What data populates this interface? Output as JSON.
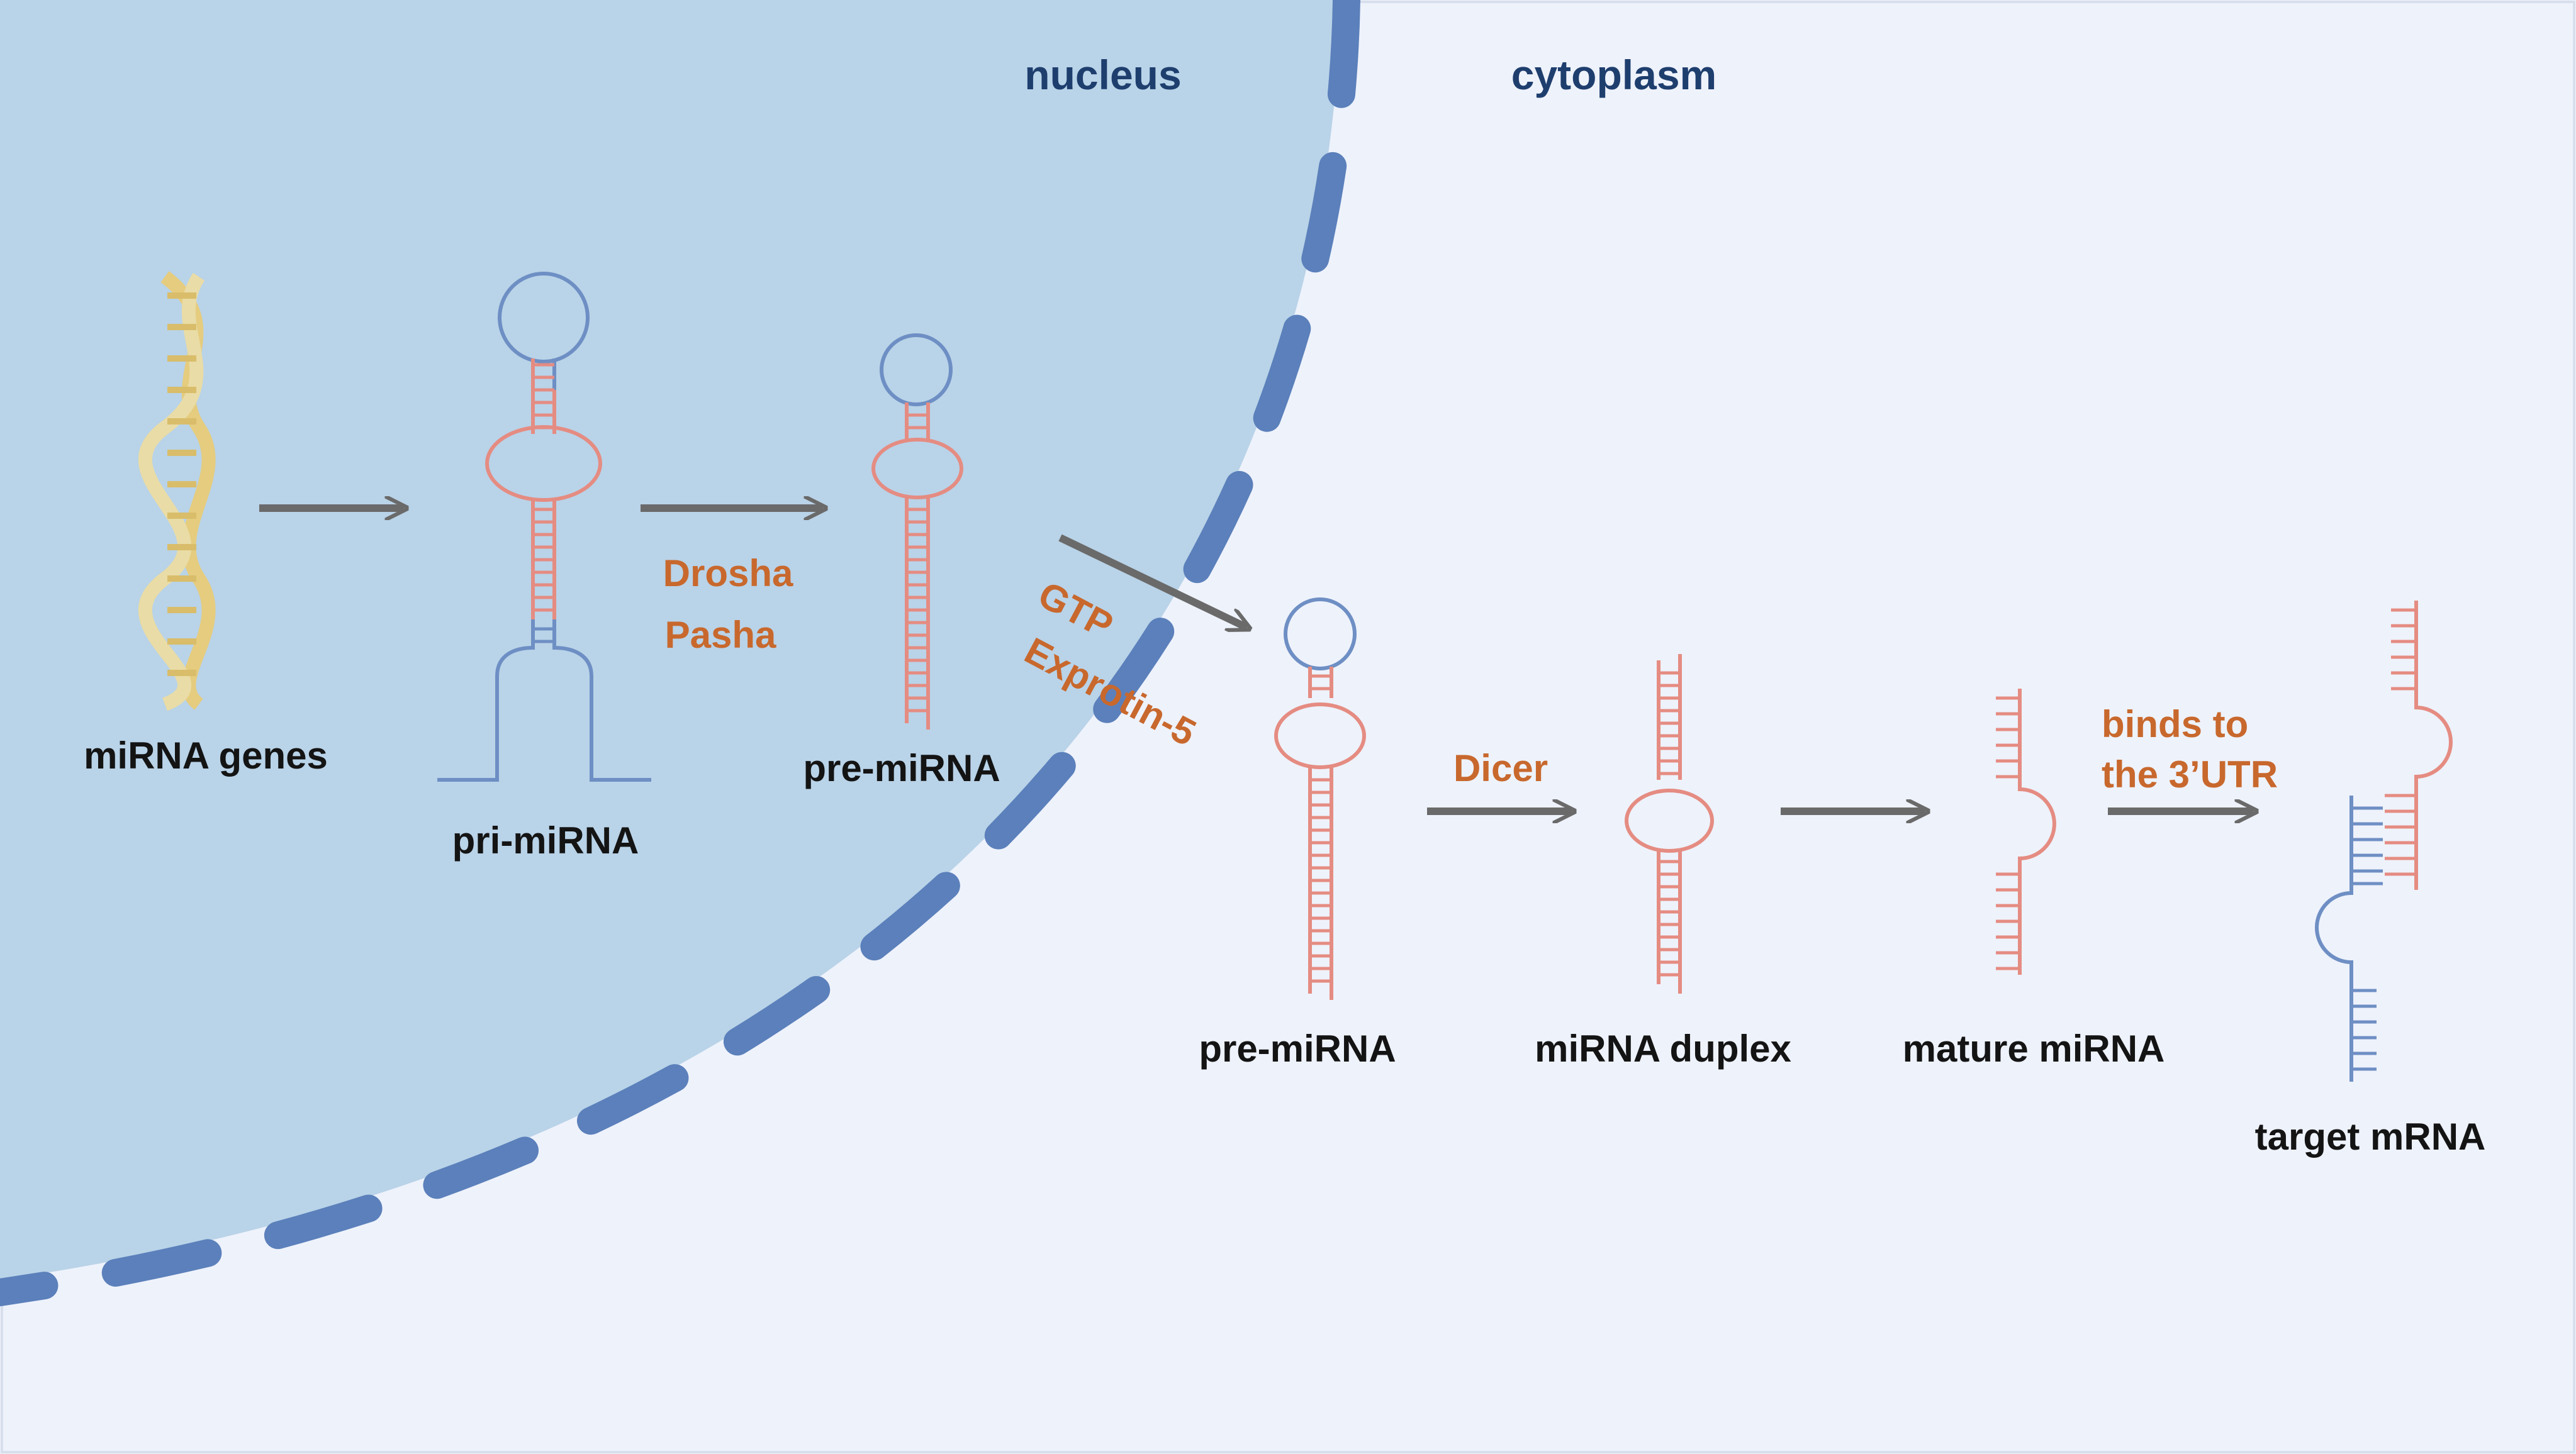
{
  "regions": {
    "nucleus": "nucleus",
    "cytoplasm": "cytoplasm"
  },
  "labels": {
    "mirna_genes": "miRNA genes",
    "pri_mirna": "pri-miRNA",
    "pre_mirna_nucleus": "pre-miRNA",
    "pre_mirna_cytoplasm": "pre-miRNA",
    "mirna_duplex": "miRNA duplex",
    "mature_mirna": "mature miRNA",
    "target_mrna": "target mRNA"
  },
  "enzymes": {
    "drosha": "Drosha",
    "pasha": "Pasha",
    "gtp": "GTP",
    "exportin": "Exprotin-5",
    "dicer": "Dicer",
    "binds_line1": "binds to",
    "binds_line2": "the 3’UTR"
  },
  "colors": {
    "cytoplasm_bg": "#eef2fb",
    "nucleus_fill": "#b9d3e8",
    "membrane": "#5b80bb",
    "rna_red": "#e58c82",
    "rna_blue": "#6e8fc4",
    "dna_gold": "#e5cc7e",
    "arrow": "#6a6a6a",
    "dark_text": "#1e3e6e",
    "label_text": "#141414",
    "enzyme_text": "#c8682d"
  }
}
